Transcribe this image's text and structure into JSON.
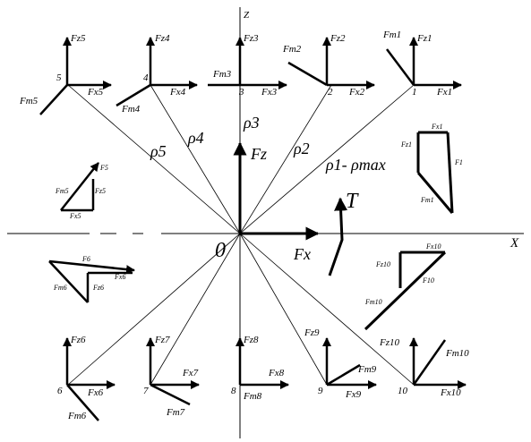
{
  "axes": {
    "z": "Z",
    "x": "X",
    "origin": "0"
  },
  "center": {
    "rho1": "ρ1- ρmax",
    "rho2": "ρ2",
    "rho3": "ρ3",
    "rho4": "ρ4",
    "rho5": "ρ5",
    "Fz": "Fz",
    "Fx": "Fx",
    "T": "T"
  },
  "top_diagrams": [
    {
      "num": "5",
      "fz": "Fz5",
      "fx": "Fx5",
      "ft": "Fт5"
    },
    {
      "num": "4",
      "fz": "Fz4",
      "fx": "Fx4",
      "ft": "Fт4"
    },
    {
      "num": "3",
      "fz": "Fz3",
      "fx": "Fx3",
      "ft": "Fт3"
    },
    {
      "num": "2",
      "fz": "Fz2",
      "fx": "Fx2",
      "ft": "Fт2"
    },
    {
      "num": "1",
      "fz": "Fz1",
      "fx": "Fx1",
      "ft": "Fт1"
    }
  ],
  "bottom_diagrams": [
    {
      "num": "6",
      "fz": "Fz6",
      "fx": "Fx6",
      "ft": "Fт6"
    },
    {
      "num": "7",
      "fz": "Fz7",
      "fx": "Fx7",
      "ft": "Fт7"
    },
    {
      "num": "8",
      "fz": "Fz8",
      "fx": "Fx8",
      "ft": "Fт8"
    },
    {
      "num": "9",
      "fz": "Fz9",
      "fx": "Fx9",
      "ft": "Fт9"
    },
    {
      "num": "10",
      "fz": "Fz10",
      "fx": "Fx10",
      "ft": "Fт10"
    }
  ],
  "triangles": {
    "t1": {
      "fx": "Fx1",
      "fz": "Fz1",
      "f": "F1",
      "ft": "Fт1"
    },
    "t5": {
      "f": "F5",
      "fz": "Fz5",
      "ft": "Fт5",
      "fx": "Fx5"
    },
    "t6": {
      "f": "F6",
      "fx": "Fx6",
      "ft": "Fт6",
      "fz": "Fz6"
    },
    "t10": {
      "fx": "Fx10",
      "fz": "Fz10",
      "f": "F10",
      "ft": "Fт10"
    }
  }
}
